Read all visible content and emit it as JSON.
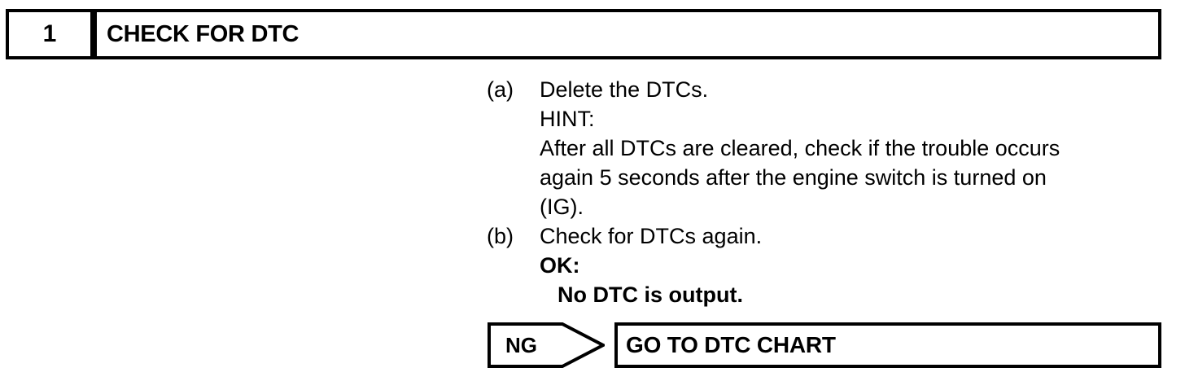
{
  "step_header": {
    "number": "1",
    "title": "CHECK FOR DTC"
  },
  "procedure": {
    "items": [
      {
        "marker": "(a)",
        "lines": [
          {
            "text": "Delete the DTCs.",
            "bold": false,
            "indented": false
          },
          {
            "text": "HINT:",
            "bold": false,
            "indented": false
          },
          {
            "text": "After all DTCs are cleared, check if the trouble occurs",
            "bold": false,
            "indented": false
          },
          {
            "text": "again 5 seconds after the engine switch is turned on",
            "bold": false,
            "indented": false
          },
          {
            "text": "(IG).",
            "bold": false,
            "indented": false
          }
        ]
      },
      {
        "marker": "(b)",
        "lines": [
          {
            "text": "Check for DTCs again.",
            "bold": false,
            "indented": false
          },
          {
            "text": "OK:",
            "bold": true,
            "indented": false
          },
          {
            "text": "No DTC is output.",
            "bold": true,
            "indented": true
          }
        ]
      }
    ]
  },
  "result_flow": {
    "ng_label": "NG",
    "destination": "GO TO DTC CHART"
  },
  "colors": {
    "ink": "#000000",
    "paper": "#ffffff"
  }
}
